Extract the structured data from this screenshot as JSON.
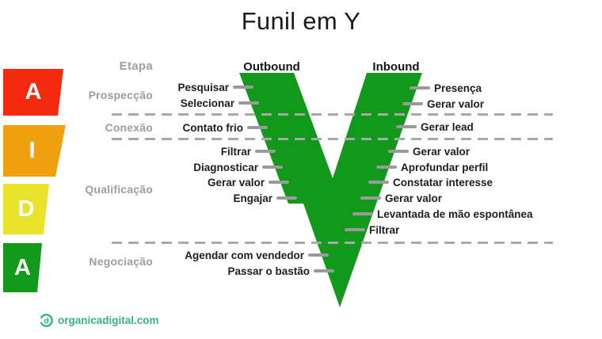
{
  "title": "Funil em Y",
  "headers": {
    "etapa": "Etapa",
    "outbound": "Outbound",
    "inbound": "Inbound"
  },
  "aida_blocks": [
    {
      "letter": "A",
      "color": "#f32a0e"
    },
    {
      "letter": "I",
      "color": "#efa00f"
    },
    {
      "letter": "D",
      "color": "#e9e22b"
    },
    {
      "letter": "A",
      "color": "#12991c"
    }
  ],
  "stages": [
    {
      "label": "Prospecção"
    },
    {
      "label": "Conexão"
    },
    {
      "label": "Qualificação"
    },
    {
      "label": "Negociação"
    }
  ],
  "outbound_steps": [
    {
      "label": "Pesquisar"
    },
    {
      "label": "Selecionar"
    },
    {
      "label": "Contato frio"
    },
    {
      "label": "Filtrar"
    },
    {
      "label": "Diagnosticar"
    },
    {
      "label": "Gerar valor"
    },
    {
      "label": "Engajar"
    },
    {
      "label": "Agendar com vendedor"
    },
    {
      "label": "Passar o bastão"
    }
  ],
  "inbound_steps": [
    {
      "label": "Presença"
    },
    {
      "label": "Gerar valor"
    },
    {
      "label": "Gerar lead"
    },
    {
      "label": "Gerar valor"
    },
    {
      "label": "Aprofundar perfil"
    },
    {
      "label": "Constatar interesse"
    },
    {
      "label": "Gerar valor"
    },
    {
      "label": "Levantada de mão espontânea"
    },
    {
      "label": "Filtrar"
    }
  ],
  "colors": {
    "funnel_green": "#12991c",
    "stage_gray": "#9c9da2",
    "dash_gray": "#a8a8a8",
    "tick_gray": "#9a9a9a",
    "footer_green": "#35b678"
  },
  "footer": {
    "website": "organicadigital.com"
  }
}
